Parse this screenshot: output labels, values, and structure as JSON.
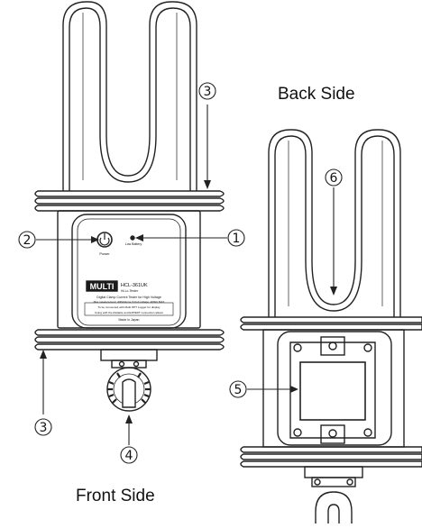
{
  "labels": {
    "back_side": "Back Side",
    "front_side": "Front Side"
  },
  "callouts": {
    "c1": "1",
    "c2": "2",
    "c3_top": "3",
    "c3_bottom": "3",
    "c4": "4",
    "c5": "5",
    "c6": "6"
  },
  "front_panel": {
    "brand": "MULTI",
    "model": "HCL-361UK",
    "model_sub": "Hi-Lo-Tester",
    "power_label": "Power",
    "low_battery_label": "Low Battery",
    "description": "Digital Clamp Current Tester for High Voltage",
    "spec_line": "Max measurement: 400A/Hrms  Circuit voltage: 400kV MAX",
    "connect_line": "To be connected with Multi HPT Logger for display",
    "usage_line": "Using with the Reliable and EXPERT connection allows",
    "made_in": "Made in Japan"
  },
  "colors": {
    "line": "#222222",
    "fill": "#ffffff",
    "dark": "#1a1a1a"
  }
}
